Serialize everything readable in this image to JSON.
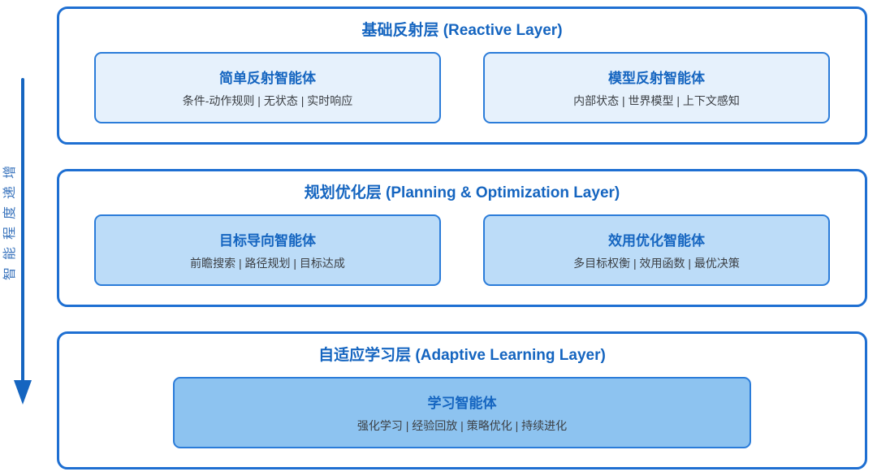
{
  "axis": {
    "label": "智能程度递增",
    "direction": "down"
  },
  "colors": {
    "outer_border": "#1E6FD2",
    "title_blue": "#1565C0",
    "inner_border": "#2B7CD9",
    "inner_fill_l1": "#E6F1FC",
    "inner_fill_l2": "#BCDCF8",
    "inner_fill_l3": "#8DC3F0",
    "subtext": "#3C4045",
    "axis_label": "#3A74BD",
    "arrow": "#1565C0"
  },
  "layers": [
    {
      "id": "reactive",
      "title": "基础反射层 (Reactive Layer)",
      "agents": [
        {
          "name": "简单反射智能体",
          "features": "条件-动作规则 | 无状态 | 实时响应"
        },
        {
          "name": "模型反射智能体",
          "features": "内部状态 | 世界模型 | 上下文感知"
        }
      ]
    },
    {
      "id": "planning-optimization",
      "title": "规划优化层 (Planning & Optimization Layer)",
      "agents": [
        {
          "name": "目标导向智能体",
          "features": "前瞻搜索 | 路径规划 | 目标达成"
        },
        {
          "name": "效用优化智能体",
          "features": "多目标权衡 | 效用函数 | 最优决策"
        }
      ]
    },
    {
      "id": "adaptive-learning",
      "title": "自适应学习层 (Adaptive Learning Layer)",
      "agents": [
        {
          "name": "学习智能体",
          "features": "强化学习 | 经验回放 | 策略优化 | 持续进化"
        }
      ]
    }
  ]
}
